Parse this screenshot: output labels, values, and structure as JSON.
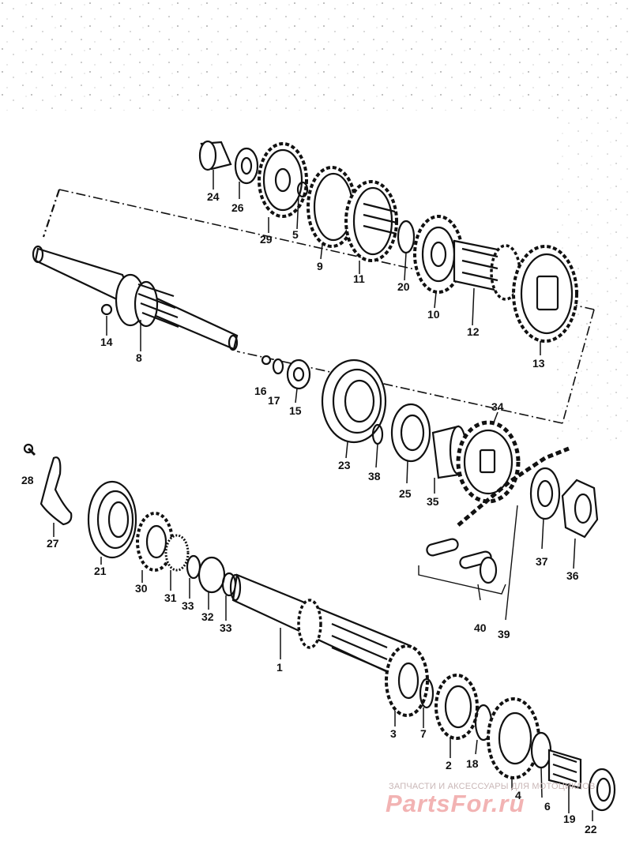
{
  "diagram": {
    "part_numbers": [
      "1",
      "2",
      "3",
      "4",
      "5",
      "6",
      "7",
      "8",
      "9",
      "10",
      "11",
      "12",
      "13",
      "14",
      "15",
      "16",
      "17",
      "18",
      "19",
      "20",
      "21",
      "22",
      "23",
      "24",
      "25",
      "26",
      "27",
      "28",
      "29",
      "30",
      "31",
      "32",
      "33",
      "33",
      "34",
      "35",
      "36",
      "37",
      "38",
      "39",
      "40"
    ]
  },
  "watermark": {
    "caption": "ЗАПЧАСТИ И АКСЕССУАРЫ ДЛЯ МОТОЦИКЛОВ",
    "brand": "PartsFor.ru"
  }
}
